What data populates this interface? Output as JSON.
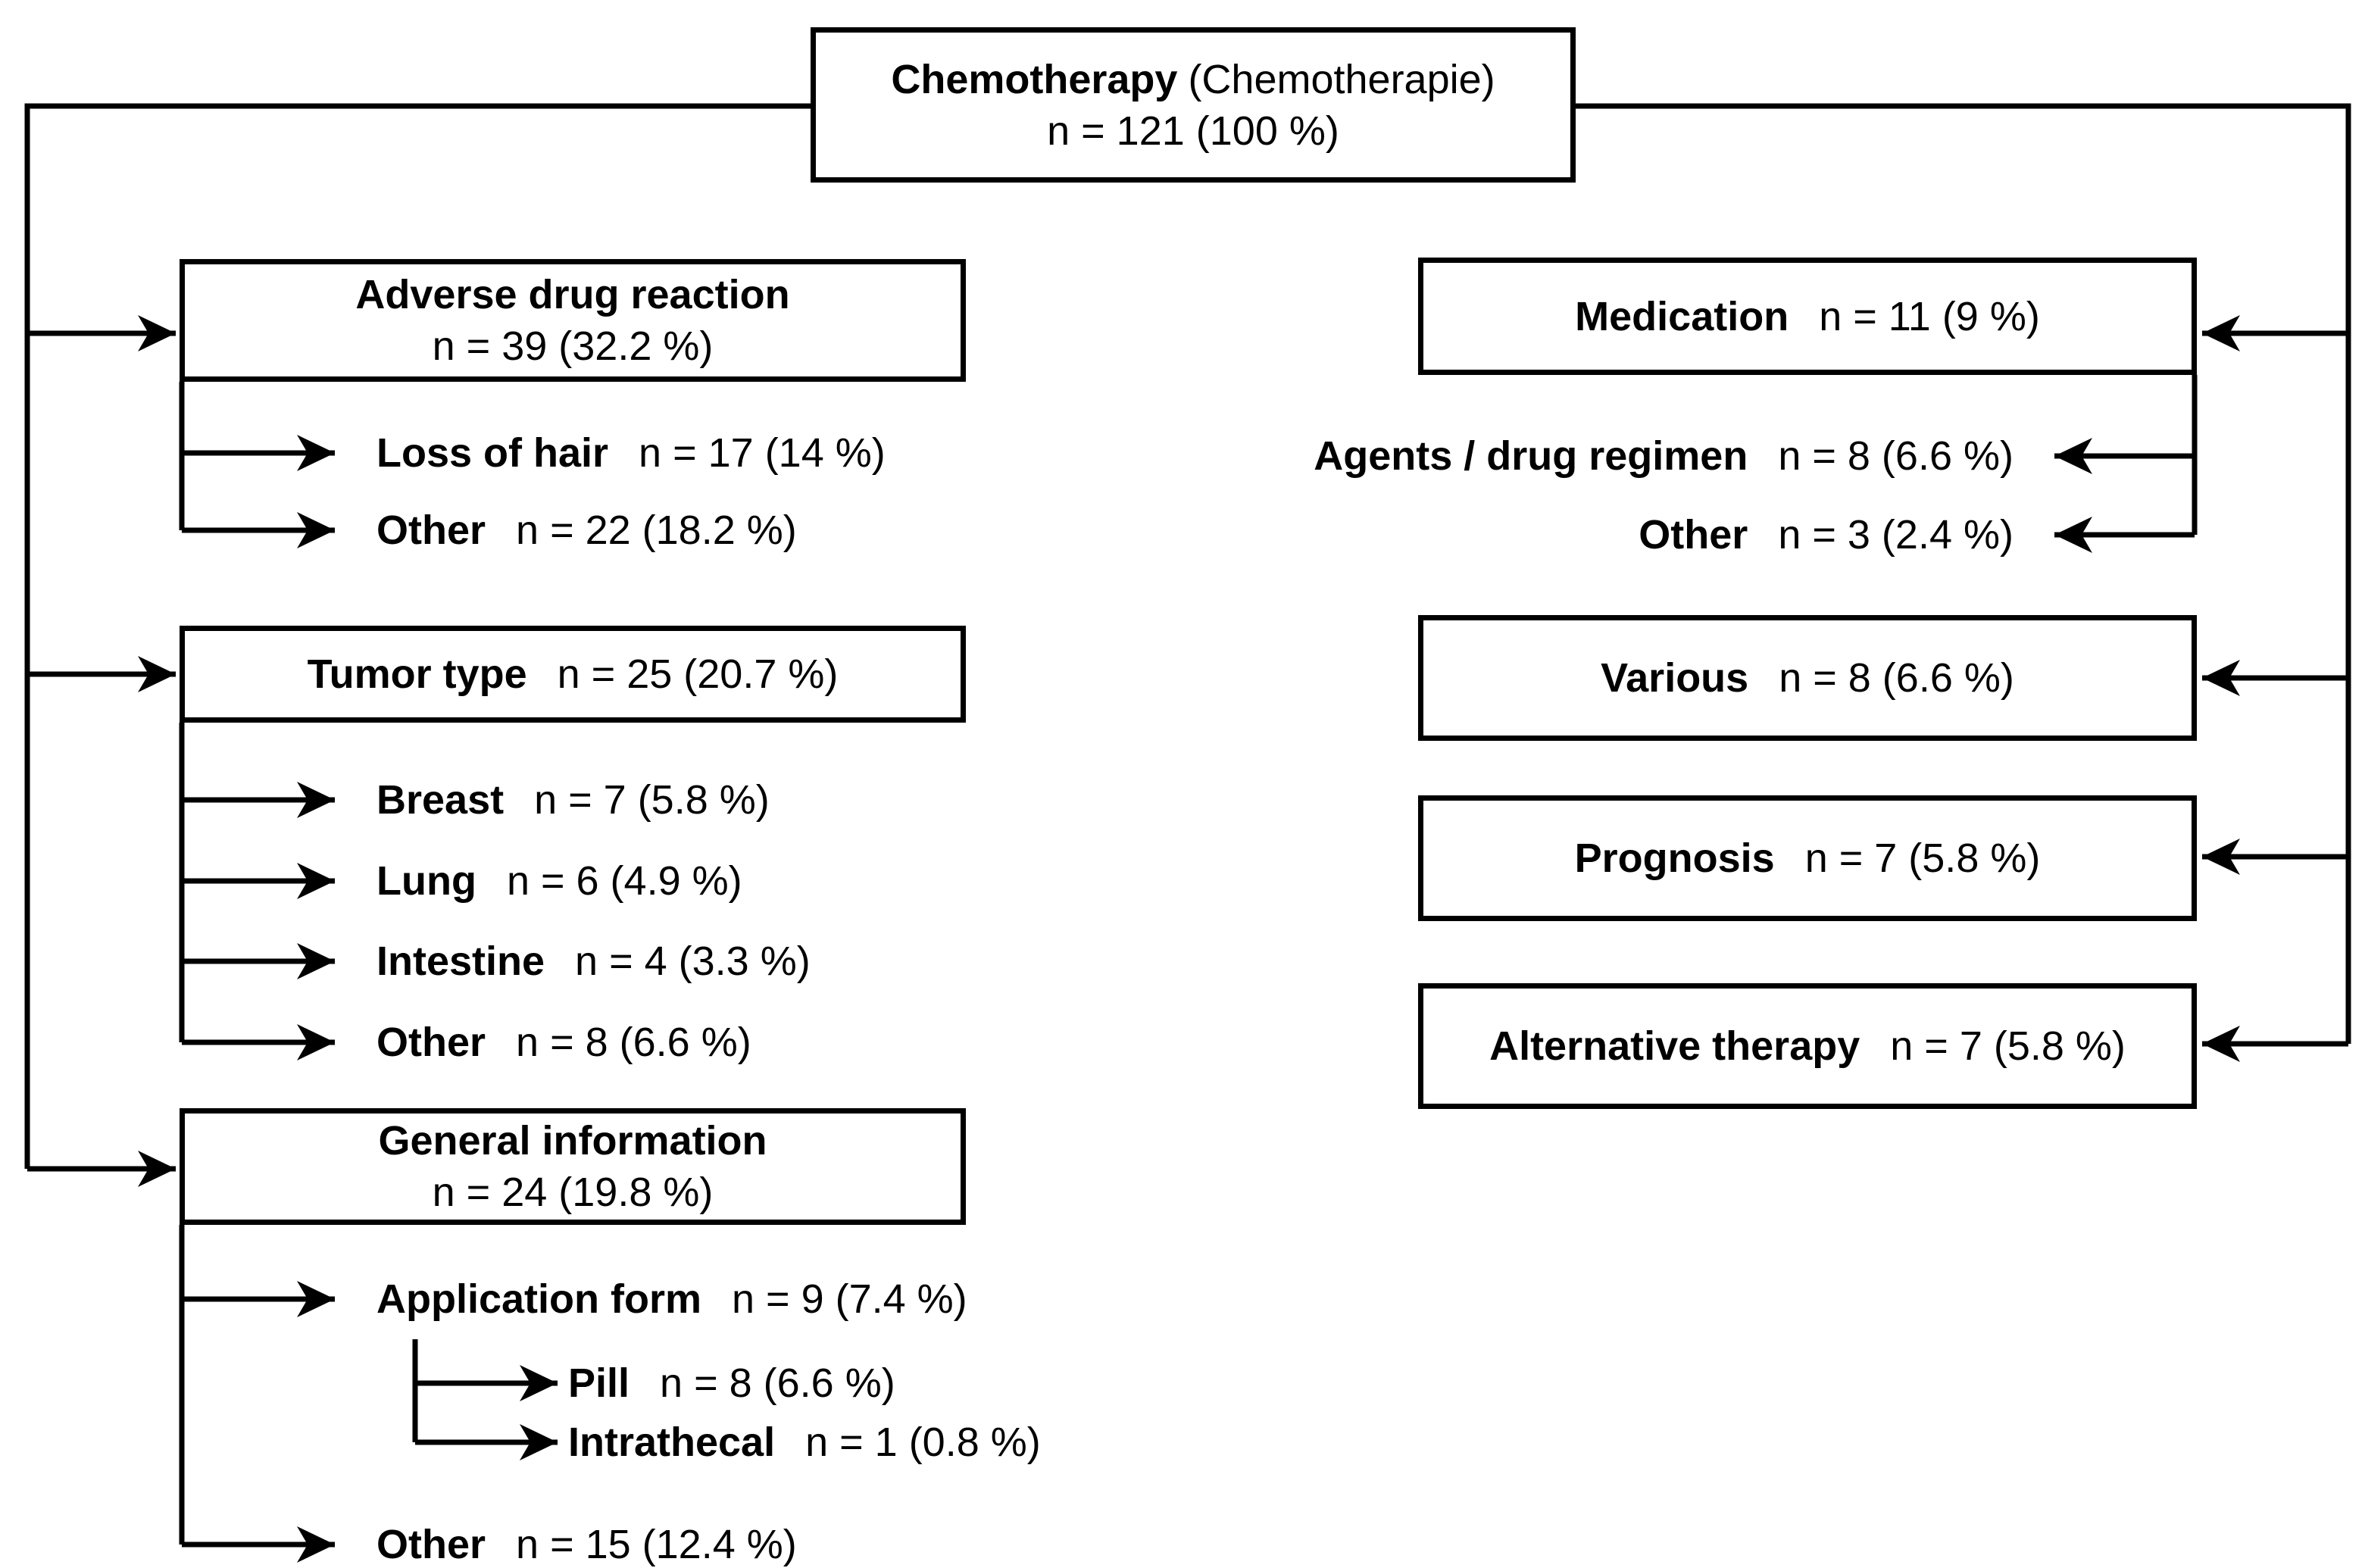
{
  "diagram": {
    "title_note": "Flowchart of chemotherapy-related queries",
    "colors": {
      "line": "#000000",
      "background": "#ffffff",
      "text": "#000000"
    },
    "root": {
      "label": "Chemotherapy",
      "label_secondary": "(Chemotherapie)",
      "value": "n = 121 (100 %)"
    },
    "left": [
      {
        "label": "Adverse drug reaction",
        "value": "n = 39 (32.2 %)",
        "children": [
          {
            "label": "Loss of hair",
            "value": "n = 17 (14 %)"
          },
          {
            "label": "Other",
            "value": "n = 22 (18.2 %)"
          }
        ]
      },
      {
        "label": "Tumor type",
        "value": "n = 25 (20.7 %)",
        "children": [
          {
            "label": "Breast",
            "value": "n = 7 (5.8 %)"
          },
          {
            "label": "Lung",
            "value": "n = 6 (4.9 %)"
          },
          {
            "label": "Intestine",
            "value": "n = 4 (3.3 %)"
          },
          {
            "label": "Other",
            "value": "n = 8 (6.6 %)"
          }
        ]
      },
      {
        "label": "General information",
        "value": "n = 24 (19.8 %)",
        "children": [
          {
            "label": "Application form",
            "value": "n = 9 (7.4 %)",
            "children": [
              {
                "label": "Pill",
                "value": "n = 8 (6.6 %)"
              },
              {
                "label": "Intrathecal",
                "value": "n = 1 (0.8 %)"
              }
            ]
          },
          {
            "label": "Other",
            "value": "n = 15 (12.4 %)"
          }
        ]
      }
    ],
    "right": [
      {
        "label": "Medication",
        "value": "n = 11 (9 %)",
        "children": [
          {
            "label": "Agents / drug regimen",
            "value": "n = 8 (6.6 %)"
          },
          {
            "label": "Other",
            "value": "n = 3 (2.4 %)"
          }
        ]
      },
      {
        "label": "Various",
        "value": "n = 8 (6.6 %)"
      },
      {
        "label": "Prognosis",
        "value": "n = 7 (5.8 %)"
      },
      {
        "label": "Alternative therapy",
        "value": "n = 7 (5.8 %)"
      }
    ]
  }
}
